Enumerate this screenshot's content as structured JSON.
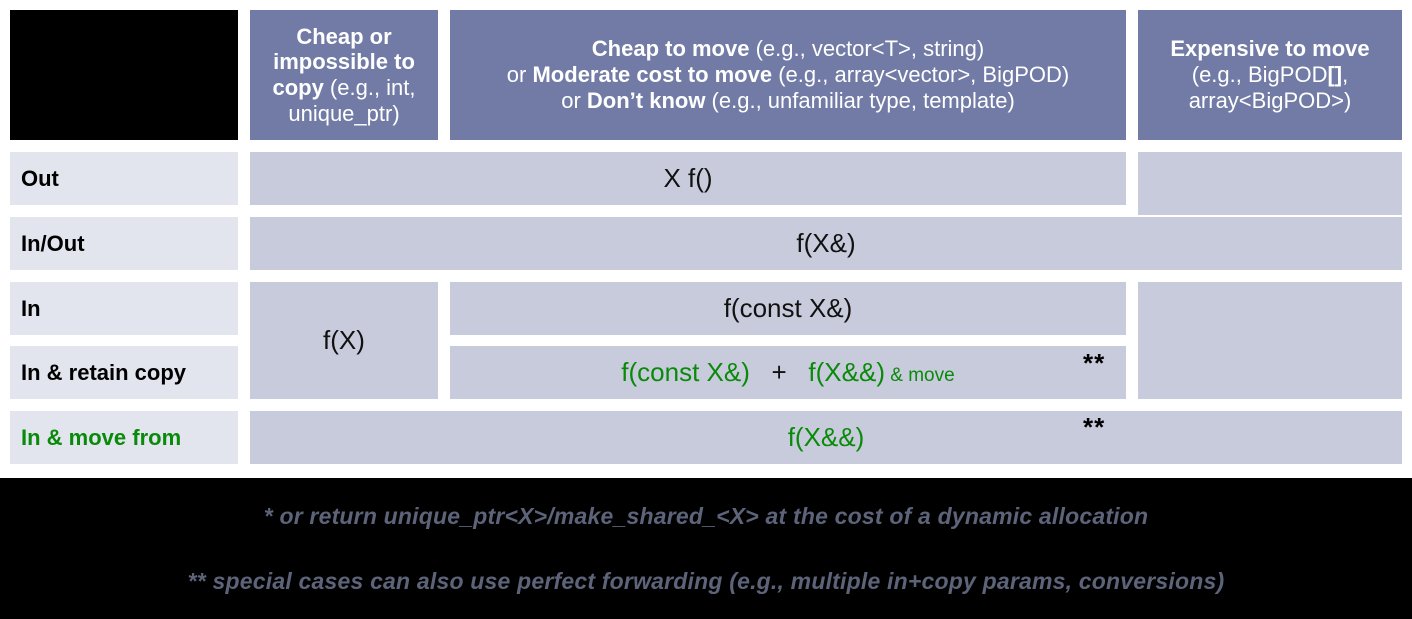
{
  "title": "C++ parameter and return passing guidelines table",
  "colors": {
    "background": "#000000",
    "panel": "#ffffff",
    "header_fill": "#717ba5",
    "header_text": "#ffffff",
    "rowlabel_fill": "#e2e5ee",
    "datacell_fill": "#c8cbdb",
    "accent_green": "#0a8a0a",
    "footnote_text": "#5d6379"
  },
  "table": {
    "corner_label": "",
    "columns": [
      {
        "id": "cheap-or-impossible-to-copy",
        "bold_lead": "Cheap or impossible to copy",
        "detail": " (e.g., int, unique_ptr)"
      },
      {
        "id": "cheap-to-move",
        "line1_bold": "Cheap to move",
        "line1_detail": " (e.g., vector<T>, string)",
        "line2_prefix": "or ",
        "line2_bold": "Moderate cost to move",
        "line2_detail": " (e.g., array<vector>, BigPOD)",
        "line3_prefix": "or ",
        "line3_bold": "Don’t know",
        "line3_detail": " (e.g., unfamiliar type, template)"
      },
      {
        "id": "expensive-to-move",
        "line1_bold": "Expensive to move",
        "line2": "(e.g., BigPOD",
        "line2_bold": "[]",
        "line2_tail": ",",
        "line3": "array<BigPOD>)"
      }
    ],
    "rows": [
      {
        "id": "out",
        "label": "Out",
        "label_green": false
      },
      {
        "id": "in-out",
        "label": "In/Out",
        "label_green": false
      },
      {
        "id": "in",
        "label": "In",
        "label_green": false
      },
      {
        "id": "in-and-retain-copy",
        "label": "In & retain copy",
        "label_green": false
      },
      {
        "id": "in-and-move-from",
        "label": "In & move from",
        "label_green": true
      }
    ],
    "cells": {
      "out_wide": "X f()",
      "out_expensive": "",
      "inout_full": "f(X&)",
      "in_cheap_copy": "f(X)",
      "in_wide": "f(const X&)",
      "retain_copy_part1": "f(const X&)",
      "retain_copy_plus": "+",
      "retain_copy_part2": "f(X&&)",
      "retain_copy_suffix": "& move",
      "retain_copy_marker": "**",
      "in_expensive": "",
      "move_from_full": "f(X&&)",
      "move_from_marker": "**"
    }
  },
  "footnotes": [
    "* or return unique_ptr<X>/make_shared_<X> at the cost of a dynamic allocation",
    "** special cases can also use perfect forwarding (e.g., multiple in+copy params, conversions)"
  ]
}
